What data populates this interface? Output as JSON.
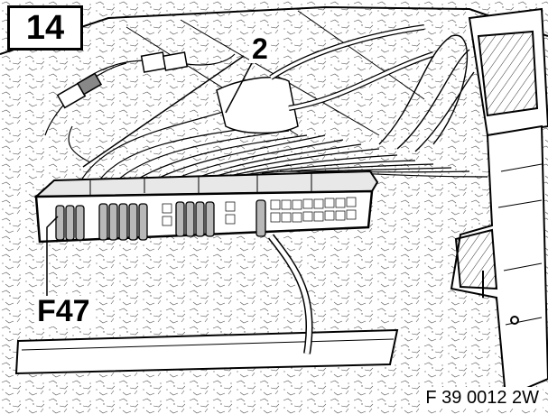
{
  "step_number": "14",
  "callouts": {
    "harness": "2",
    "fuse_box": "F47"
  },
  "figure_code": "F 39 0012 2W",
  "colors": {
    "ink": "#000000",
    "paper": "#ffffff",
    "connector_fill": "#e8e8e8",
    "fuse_fill": "#b8b8b8"
  }
}
